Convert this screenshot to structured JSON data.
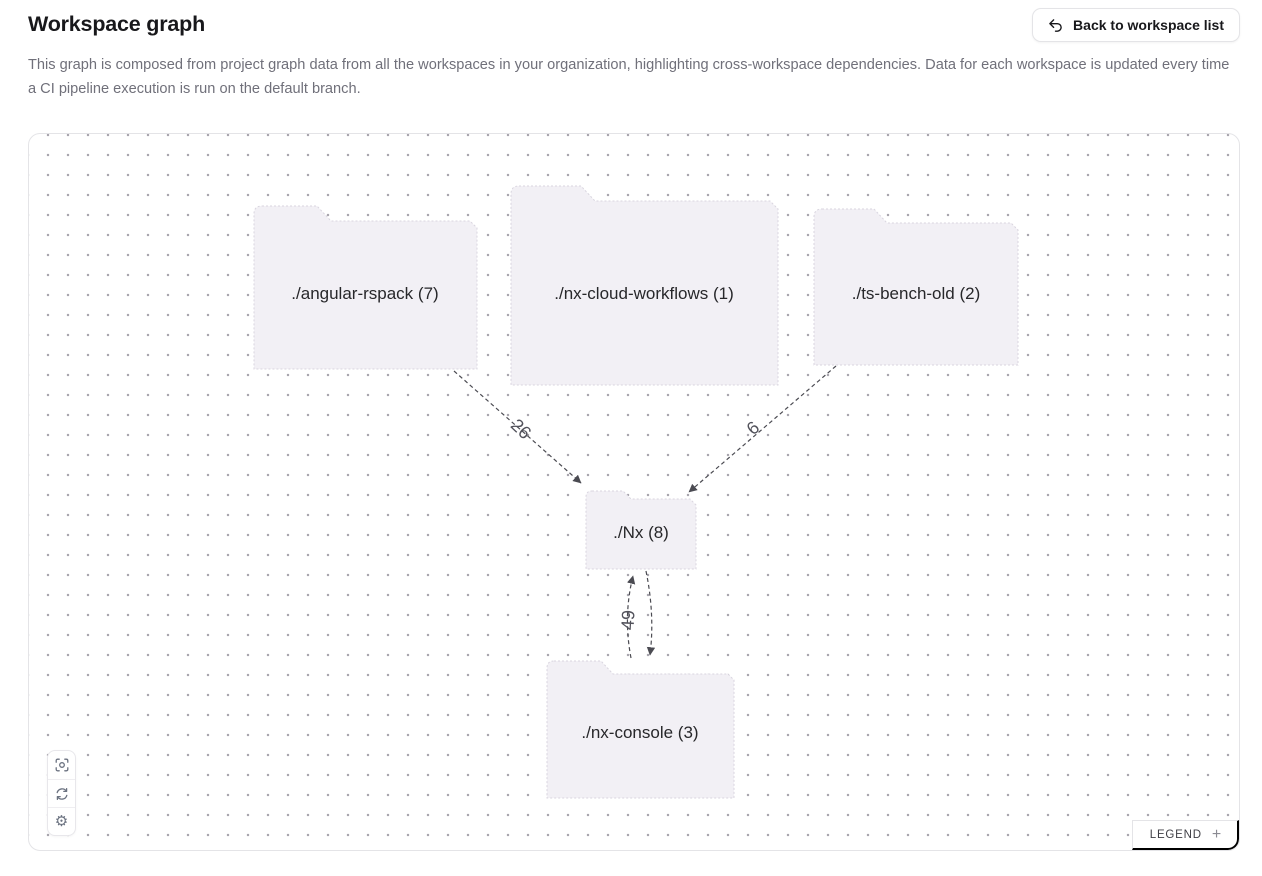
{
  "header": {
    "title": "Workspace graph",
    "back_button_label": "Back to workspace list",
    "back_button_icon": "arrow-uturn-left-icon",
    "description": "This graph is composed from project graph data from all the workspaces in your organization, highlighting cross-workspace dependencies. Data for each workspace is updated every time a CI pipeline execution is run on the default branch."
  },
  "graph": {
    "nodes": [
      {
        "id": "angular-rspack",
        "label": "./angular-rspack (7)"
      },
      {
        "id": "nx-cloud-workflows",
        "label": "./nx-cloud-workflows (1)"
      },
      {
        "id": "ts-bench-old",
        "label": "./ts-bench-old (2)"
      },
      {
        "id": "nx",
        "label": "./Nx (8)"
      },
      {
        "id": "nx-console",
        "label": "./nx-console (3)"
      }
    ],
    "edges": [
      {
        "from": "./angular-rspack",
        "to": "./Nx",
        "count": "26"
      },
      {
        "from": "./ts-bench-old",
        "to": "./Nx",
        "count": "6"
      },
      {
        "from": "./nx-console",
        "to": "./Nx",
        "count": "49"
      },
      {
        "from": "./Nx",
        "to": "./nx-console",
        "count": ""
      }
    ],
    "colors": {
      "node_fill": "#f2f0f5",
      "node_border": "#d9d5df",
      "edge": "#4b4b52",
      "dot_grid": "#a9a6ae",
      "canvas_border": "#e4e4e7"
    }
  },
  "toolbar": {
    "buttons": [
      {
        "icon": "center-viewfinder-icon"
      },
      {
        "icon": "refresh-icon"
      },
      {
        "icon": "settings-gear-icon",
        "glyph": "⚙"
      }
    ]
  },
  "legend": {
    "label": "LEGEND",
    "expand_icon": "+"
  }
}
